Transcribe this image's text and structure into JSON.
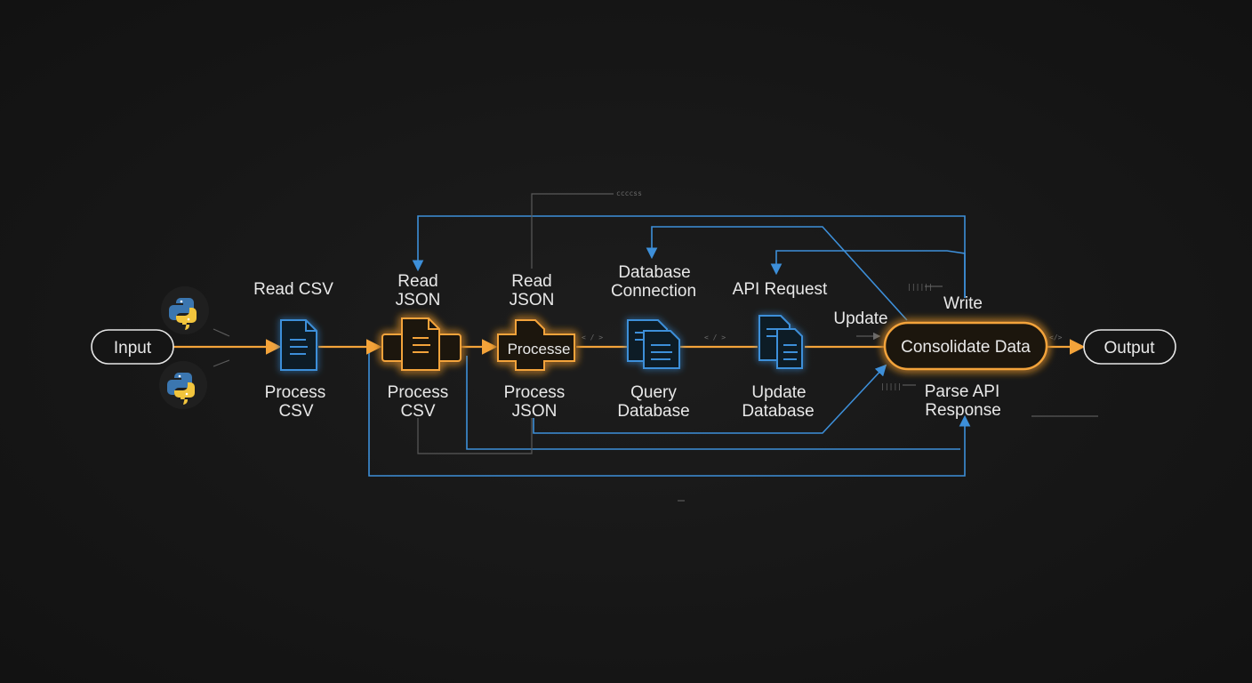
{
  "nodes": {
    "input": "Input",
    "output": "Output",
    "consolidate": "Consolidate Data"
  },
  "labels": {
    "read_csv": "Read CSV",
    "process_csv_1": [
      "Process",
      "CSV"
    ],
    "read_json": [
      "Read",
      "JSON"
    ],
    "process_csv_2": [
      "Process",
      "CSV"
    ],
    "read_json_2": [
      "Read",
      "JSON"
    ],
    "process_json": [
      "Process",
      "JSON"
    ],
    "process_box": "Processe",
    "database_connection": [
      "Database",
      "Connection"
    ],
    "query_database": [
      "Query",
      "Database"
    ],
    "api_request": "API Request",
    "update_database": [
      "Update",
      "Database"
    ],
    "update": "Update",
    "write": "Write",
    "parse_api_response": [
      "Parse API",
      "Response"
    ]
  },
  "colors": {
    "blue": "#3d8fd9",
    "orange": "#f3a33a",
    "background": "#161616"
  },
  "icons": [
    "python-logo-icon",
    "document-icon",
    "database-documents-icon"
  ]
}
